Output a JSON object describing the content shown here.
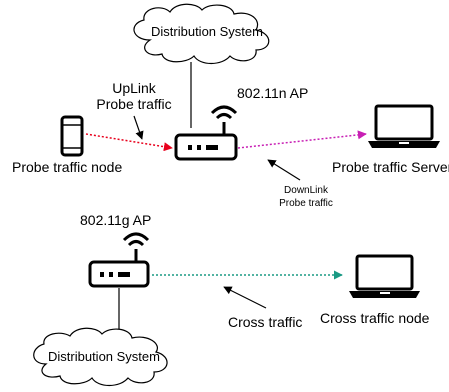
{
  "labels": {
    "cloud_top": "Distribution System",
    "cloud_bottom": "Distribution System",
    "ap_n": "802.11n AP",
    "ap_g": "802.11g AP",
    "uplink_line1": "UpLink",
    "uplink_line2": "Probe traffic",
    "downlink_line1": "DownLink",
    "downlink_line2": "Probe traffic",
    "probe_node": "Probe traffic node",
    "probe_server": "Probe traffic Server",
    "cross_traffic": "Cross traffic",
    "cross_node": "Cross traffic node"
  },
  "colors": {
    "uplink": "#e8001c",
    "downlink": "#c81fb4",
    "cross": "#1a9a84",
    "stroke": "#000000"
  },
  "icons": {
    "ap_top": "router-icon",
    "ap_bottom": "router-icon",
    "phone": "smartphone-icon",
    "laptop_top": "laptop-icon",
    "laptop_bottom": "laptop-icon"
  }
}
